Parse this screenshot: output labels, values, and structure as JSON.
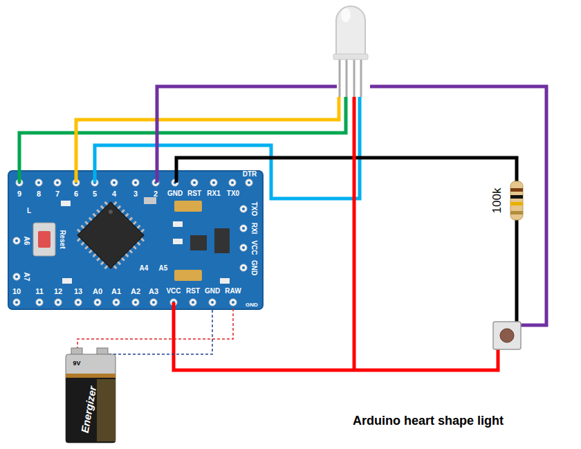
{
  "diagram": {
    "caption": "Arduino heart shape light",
    "labels": [
      "9",
      "8",
      "7",
      "6",
      "5",
      "4",
      "3",
      "2",
      "GND",
      "RST",
      "RX1",
      "TX0",
      "DTR",
      "TXO",
      "RXI",
      "VCC",
      "GND",
      "L",
      "Reset",
      "A6",
      "A7",
      "A4",
      "A5",
      "10",
      "11",
      "12",
      "13",
      "A0",
      "A1",
      "A2",
      "A3",
      "VCC",
      "RST",
      "GND",
      "RAW",
      "GND",
      "100k",
      "9V",
      "Energizer"
    ]
  }
}
